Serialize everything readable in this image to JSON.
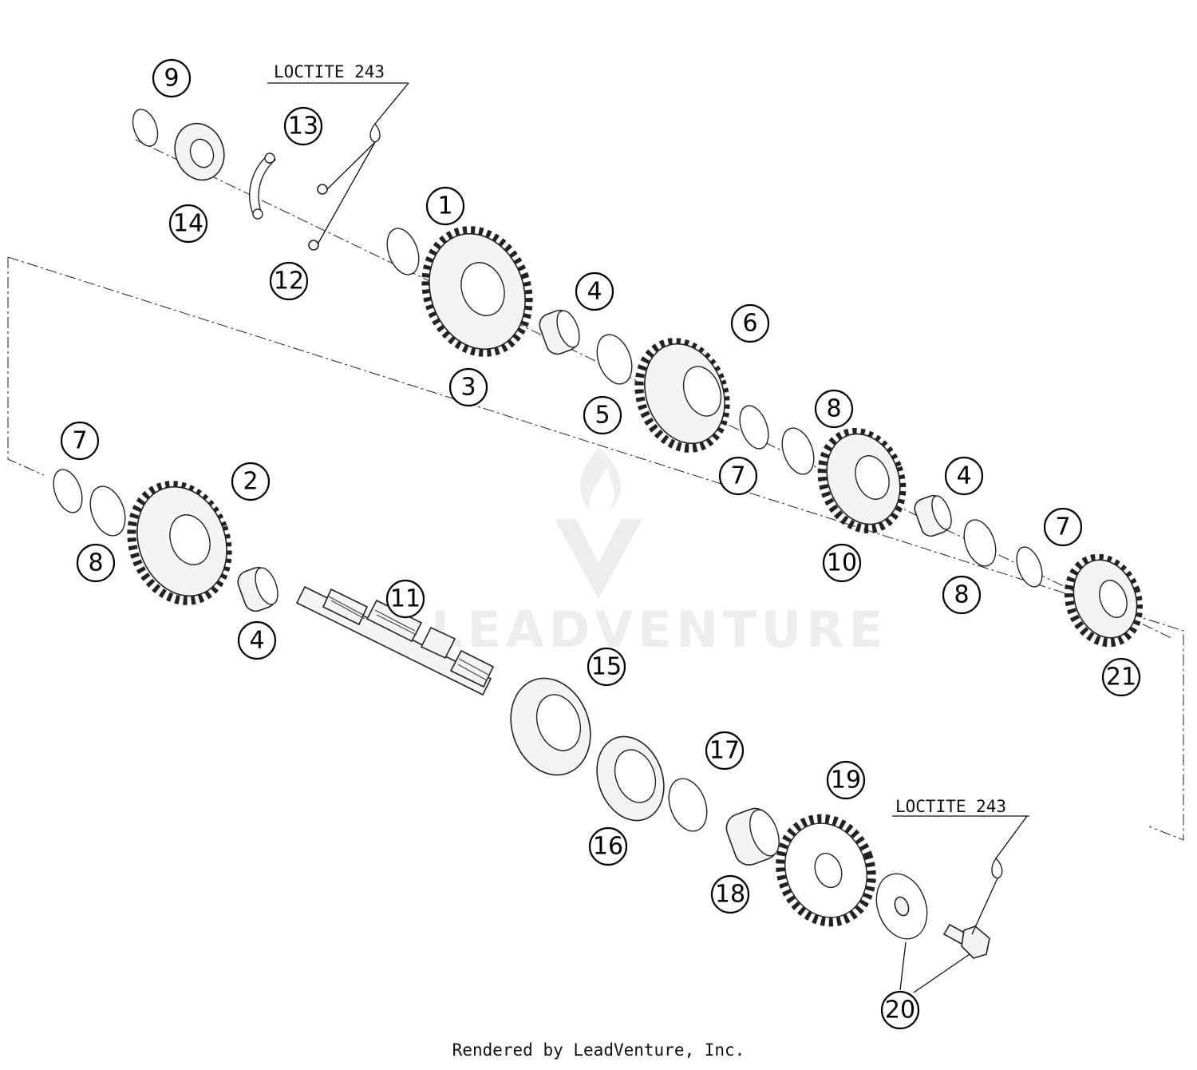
{
  "notes": {
    "loctite_top": "LOCTITE 243",
    "loctite_bottom": "LOCTITE 243"
  },
  "watermark": "LEADVENTURE",
  "footer": "Rendered by LeadVenture, Inc.",
  "callouts": {
    "c1": "1",
    "c2": "2",
    "c3": "3",
    "c4a": "4",
    "c4b": "4",
    "c4c": "4",
    "c5": "5",
    "c6": "6",
    "c7a": "7",
    "c7b": "7",
    "c7c": "7",
    "c8a": "8",
    "c8b": "8",
    "c8c": "8",
    "c9": "9",
    "c10": "10",
    "c11": "11",
    "c12": "12",
    "c13": "13",
    "c14": "14",
    "c15": "15",
    "c16": "16",
    "c17": "17",
    "c18": "18",
    "c19": "19",
    "c20": "20",
    "c21": "21"
  }
}
